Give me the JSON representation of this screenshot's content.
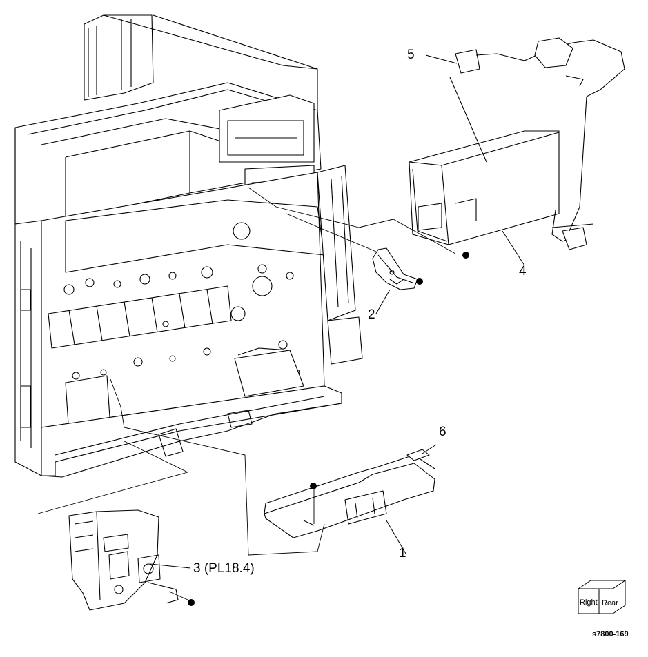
{
  "callouts": {
    "c1": "1",
    "c2": "2",
    "c3": "3 (PL18.4)",
    "c4": "4",
    "c5": "5",
    "c6": "6"
  },
  "orientation": {
    "left_face": "Right",
    "right_face": "Rear"
  },
  "figure_id": "s7800-169"
}
